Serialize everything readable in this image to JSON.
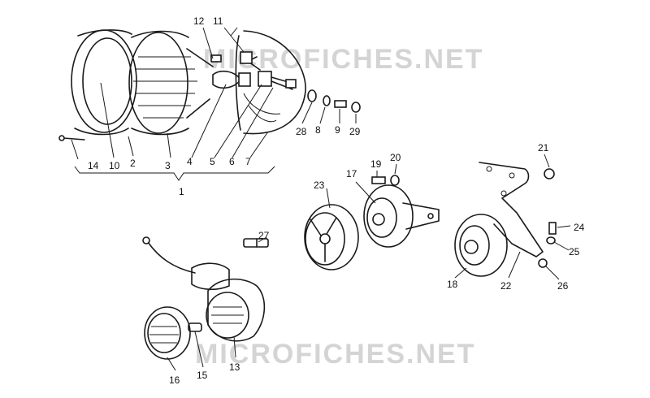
{
  "watermark": {
    "top": "MICROFICHES.NET",
    "bottom": "MICROFICHES.NET"
  },
  "callouts": {
    "c1": "1",
    "c2": "2",
    "c3": "3",
    "c4": "4",
    "c5": "5",
    "c6": "6",
    "c7": "7",
    "c8": "8",
    "c9": "9",
    "c10": "10",
    "c11": "11",
    "c12": "12",
    "c13": "13",
    "c14": "14",
    "c15": "15",
    "c16": "16",
    "c17": "17",
    "c18": "18",
    "c19": "19",
    "c20": "20",
    "c21": "21",
    "c22": "22",
    "c23": "23",
    "c24": "24",
    "c25": "25",
    "c26": "26",
    "c27": "27",
    "c28": "28",
    "c29": "29"
  }
}
